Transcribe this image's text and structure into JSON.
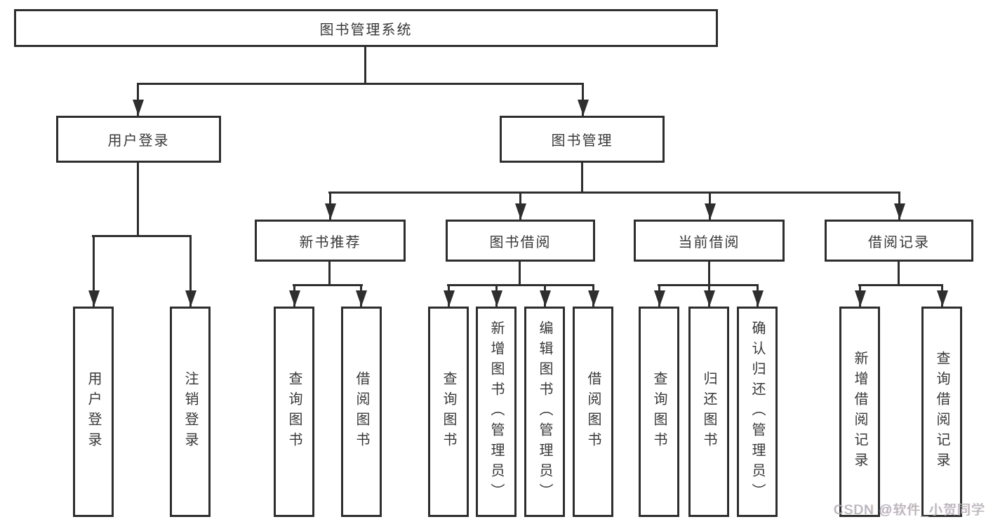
{
  "diagram": {
    "type": "hierarchy",
    "tree": {
      "label": "图书管理系统",
      "children": [
        {
          "label": "用户登录",
          "children": [
            {
              "label": "用户登录"
            },
            {
              "label": "注销登录"
            }
          ]
        },
        {
          "label": "图书管理",
          "children": [
            {
              "label": "新书推荐",
              "children": [
                {
                  "label": "查询图书"
                },
                {
                  "label": "借阅图书"
                }
              ]
            },
            {
              "label": "图书借阅",
              "children": [
                {
                  "label": "查询图书"
                },
                {
                  "label": "新增图书（管理员）"
                },
                {
                  "label": "编辑图书（管理员）"
                },
                {
                  "label": "借阅图书"
                }
              ]
            },
            {
              "label": "当前借阅",
              "children": [
                {
                  "label": "查询图书"
                },
                {
                  "label": "归还图书"
                },
                {
                  "label": "确认归还（管理员）"
                }
              ]
            },
            {
              "label": "借阅记录",
              "children": [
                {
                  "label": "新增借阅记录"
                },
                {
                  "label": "查询借阅记录"
                }
              ]
            }
          ]
        }
      ]
    }
  },
  "watermark": {
    "text": "CSDN @软件_小贺同学"
  },
  "colors": {
    "background": "#ffffff",
    "box_border": "#2e2e2e",
    "line": "#2e2e2e",
    "text": "#383838",
    "watermark": "#b3b3b3"
  }
}
